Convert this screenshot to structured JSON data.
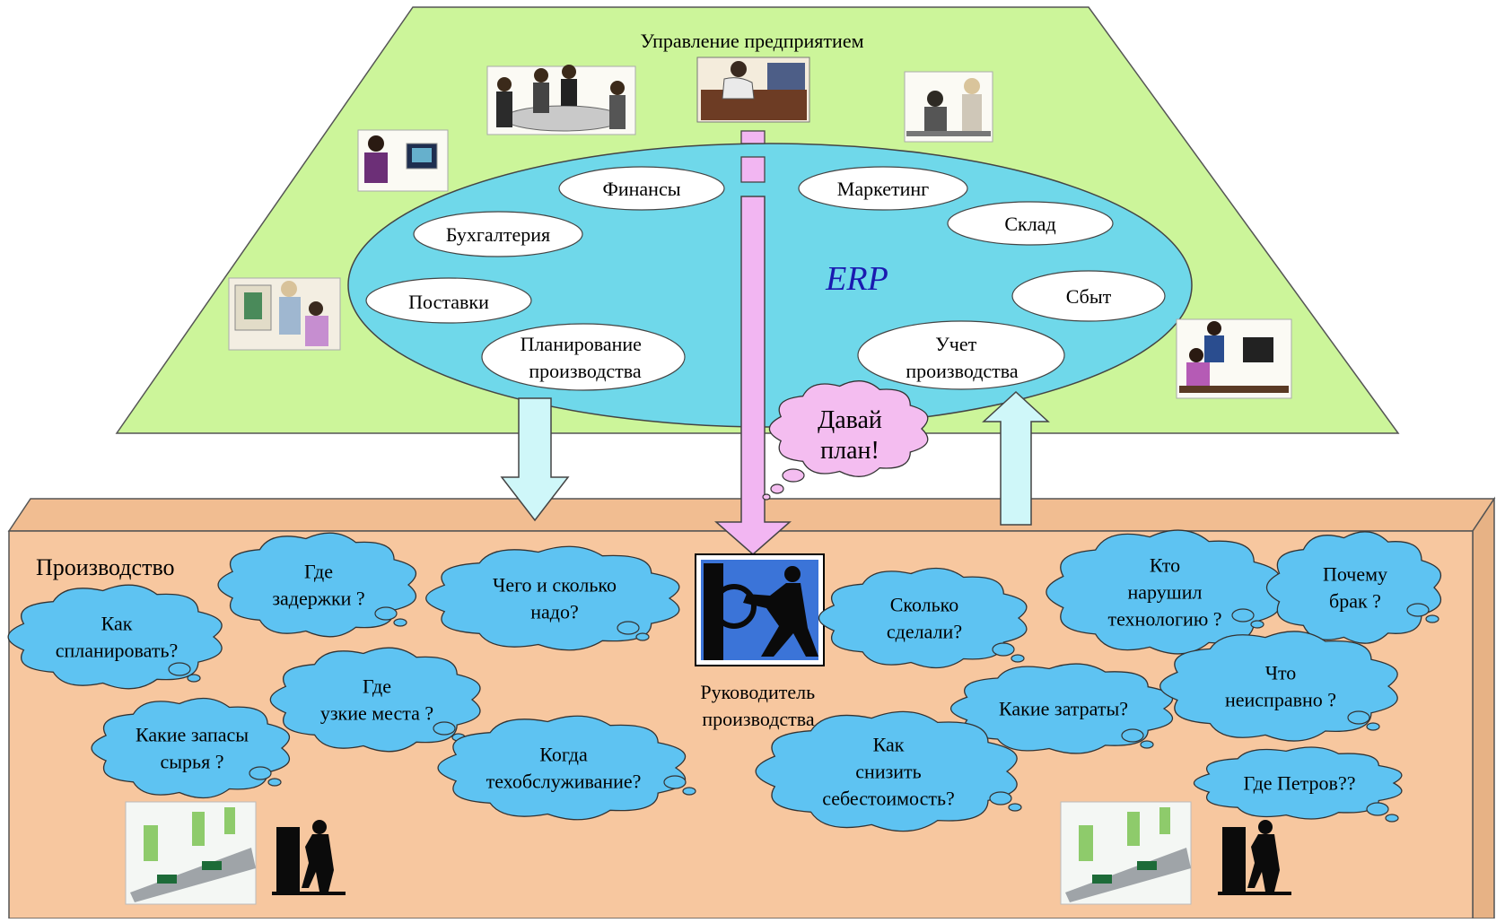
{
  "title": "Управление предприятием",
  "colors": {
    "management_plane": "#ccf59a",
    "erp_oval": "#6fd8ea",
    "production_block": "#f7c79f",
    "production_side": "#e7b285",
    "down_arrow": "#cff7f9",
    "manager_arrow": "#f2b6f2",
    "thought_bubble": "#5ec3f2",
    "thought_bubble_pink": "#f4bdf0"
  },
  "erp": {
    "label": "ERP",
    "modules": [
      {
        "id": "finance",
        "label": "Финансы"
      },
      {
        "id": "marketing",
        "label": "Маркетинг"
      },
      {
        "id": "accounting",
        "label": "Бухгалтерия"
      },
      {
        "id": "warehouse",
        "label": "Склад"
      },
      {
        "id": "supply",
        "label": "Поставки"
      },
      {
        "id": "sales",
        "label": "Сбыт"
      },
      {
        "id": "planning",
        "label": "Планирование производства",
        "lines": [
          "Планирование",
          "производства"
        ]
      },
      {
        "id": "tracking",
        "label": "Учет производства",
        "lines": [
          "Учет",
          "производства"
        ]
      }
    ]
  },
  "manager_bubble": {
    "lines": [
      "Давай",
      "план!"
    ]
  },
  "production": {
    "label": "Производство",
    "manager_caption": {
      "lines": [
        "Руководитель",
        "производства"
      ]
    }
  },
  "questions": [
    {
      "id": "where-delays",
      "lines": [
        "Где",
        "задержки ?"
      ]
    },
    {
      "id": "how-to-plan",
      "lines": [
        "Как",
        "спланировать?"
      ]
    },
    {
      "id": "what-how-much",
      "lines": [
        "Чего и сколько",
        "надо?"
      ]
    },
    {
      "id": "bottlenecks",
      "lines": [
        "Где",
        "узкие места ?"
      ]
    },
    {
      "id": "raw-stock",
      "lines": [
        "Какие запасы",
        "сырья ?"
      ]
    },
    {
      "id": "maintenance",
      "lines": [
        "Когда",
        "техобслуживание?"
      ]
    },
    {
      "id": "how-much-done",
      "lines": [
        "Сколько",
        "сделали?"
      ]
    },
    {
      "id": "who-violated",
      "lines": [
        "Кто",
        "нарушил",
        "технологию ?"
      ]
    },
    {
      "id": "why-defects",
      "lines": [
        "Почему",
        "брак ?"
      ]
    },
    {
      "id": "what-costs",
      "lines": [
        "Какие затраты?"
      ]
    },
    {
      "id": "what-broken",
      "lines": [
        "Что",
        "неисправно  ?"
      ]
    },
    {
      "id": "reduce-cost",
      "lines": [
        "Как",
        "снизить",
        "себестоимость?"
      ]
    },
    {
      "id": "where-petrov",
      "lines": [
        "Где Петров??"
      ]
    }
  ]
}
